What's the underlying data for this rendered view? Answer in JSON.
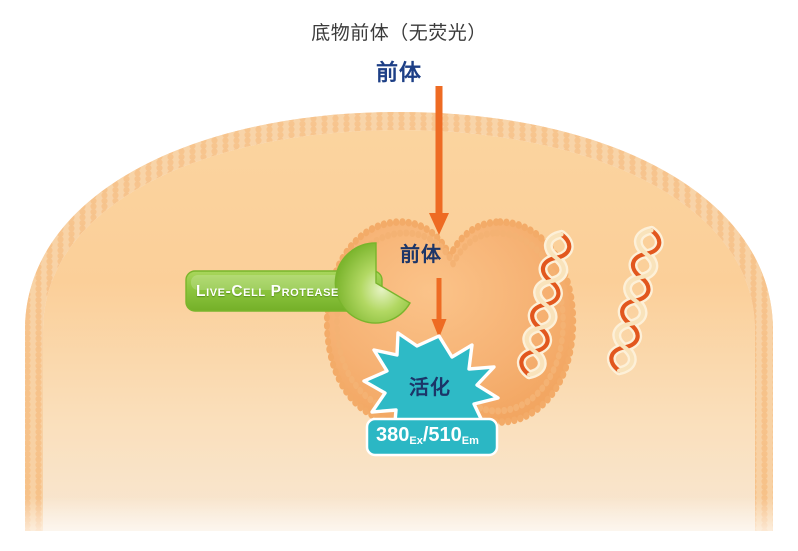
{
  "diagram": {
    "title": "底物前体（无荧光）",
    "precursor_outside_label": "前体",
    "precursor_inside_label": "前体",
    "protease_label": "Live-Cell Protease",
    "activated_label": "活化",
    "excitation_value": "380",
    "excitation_sub": "Ex",
    "separator": "/510",
    "emission_sub": "Em",
    "icons": {
      "cell": "cell-membrane-dome-icon",
      "nucleus": "nucleus-icon",
      "dna": "dna-helix-icon",
      "enzyme": "protease-pacman-icon",
      "burst": "activation-burst-icon",
      "arrow_top": "down-arrow-icon",
      "arrow_bottom": "down-arrow-icon"
    },
    "colors": {
      "title_text": "#3b3b3b",
      "precursor_text": "#1d3f86",
      "arrow_orange": "#ee6b23",
      "cell_fill_top": "#fbcf99",
      "cell_fill_bottom": "#f7e6cd",
      "membrane_bead": "#f7c88f",
      "protease_green": "#8dc63f",
      "burst_teal": "#2ebac6",
      "badge_teal": "#2bb7c4",
      "nucleus_fill": "#f6b776",
      "dna_strand": "#faecd2",
      "dna_helix": "#e2571e",
      "page_background": "#ffffff"
    }
  }
}
